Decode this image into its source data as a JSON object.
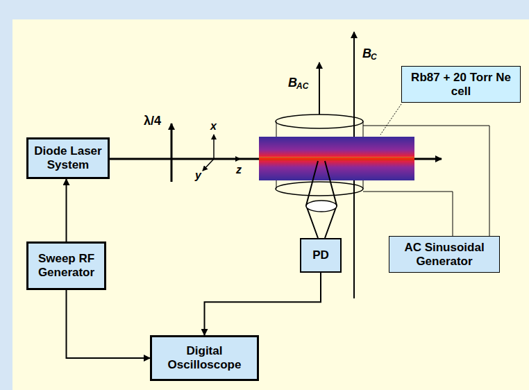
{
  "diagram": {
    "nodes": [
      {
        "text": [
          "Diode Laser System"
        ]
      },
      {
        "text": [
          "Sweep RF Generator"
        ]
      },
      {
        "text": [
          "PD"
        ]
      },
      {
        "text": [
          "AC Sinusoidal Generator"
        ]
      },
      {
        "text": [
          "Digital Oscilloscope"
        ]
      },
      {
        "text": [
          "Rb87 + 20 Torr Ne cell"
        ]
      }
    ],
    "edges": [
      {
        "from": 1,
        "to": 0,
        "arrow": "to"
      },
      {
        "from": 1,
        "to": 4,
        "arrow": "to"
      },
      {
        "from": 2,
        "to": 4,
        "arrow": "to"
      }
    ],
    "labels": [
      "λ/4",
      "x",
      "y",
      "z",
      "B",
      "AC",
      "B",
      "C"
    ]
  }
}
